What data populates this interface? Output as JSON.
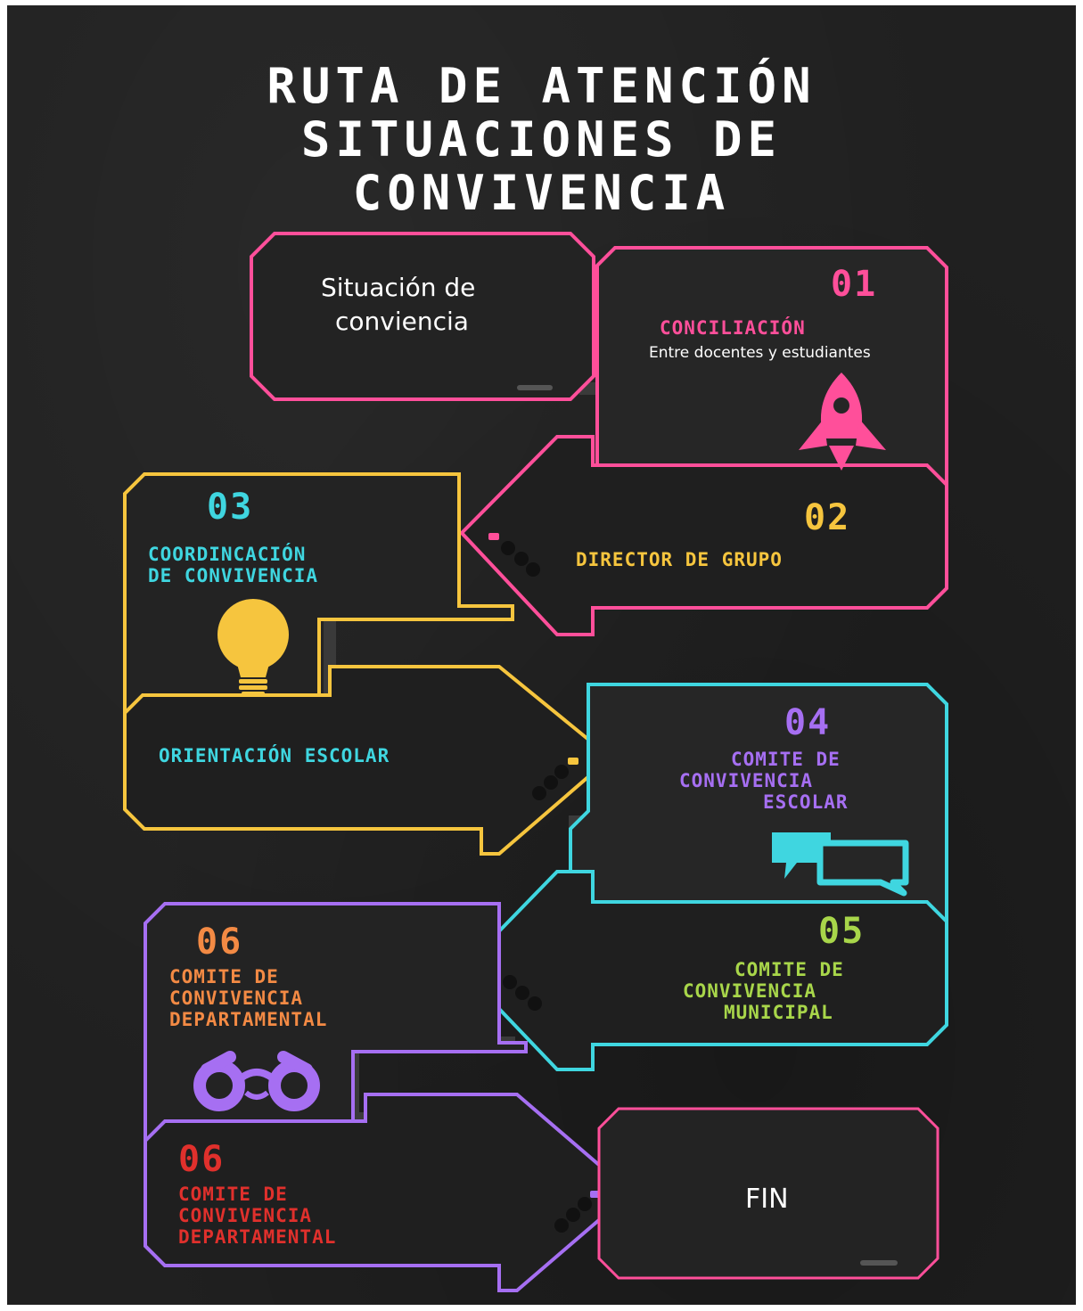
{
  "title": {
    "line1": "RUTA DE ATENCIÓN",
    "line2": "SITUACIONES DE",
    "line3": "CONVIVENCIA"
  },
  "colors": {
    "pink": "#ff4f9a",
    "yellow": "#f6c53e",
    "cyan": "#3fd6e0",
    "purple": "#a66ff2",
    "orange": "#f38a44",
    "green": "#a8d64a",
    "red": "#e0302c"
  },
  "start": {
    "line1": "Situación de",
    "line2": "conviencia"
  },
  "steps": {
    "s01": {
      "number": "01",
      "label": "CONCILIACIÓN",
      "subtitle": "Entre docentes y estudiantes",
      "icon": "rocket-icon"
    },
    "s02": {
      "number": "02",
      "label": "DIRECTOR DE GRUPO"
    },
    "s03": {
      "number": "03",
      "label_line1": "COORDINCACIÓN",
      "label_line2": "DE CONVIVENCIA",
      "icon": "lightbulb-icon",
      "extra": "ORIENTACIÓN ESCOLAR"
    },
    "s04": {
      "number": "04",
      "label_line1": "COMITE DE",
      "label_line2": "CONVIVENCIA",
      "label_line3": "ESCOLAR",
      "icon": "chat-bubbles-icon"
    },
    "s05": {
      "number": "05",
      "label_line1": "COMITE DE",
      "label_line2": "CONVIVENCIA",
      "label_line3": "MUNICIPAL"
    },
    "s06a": {
      "number": "06",
      "label_line1": "COMITE DE",
      "label_line2": "CONVIVENCIA",
      "label_line3": "DEPARTAMENTAL",
      "icon": "binoculars-icon"
    },
    "s06b": {
      "number": "06",
      "label_line1": "COMITE DE",
      "label_line2": "CONVIVENCIA",
      "label_line3": "DEPARTAMENTAL"
    }
  },
  "end": {
    "label": "FIN"
  }
}
